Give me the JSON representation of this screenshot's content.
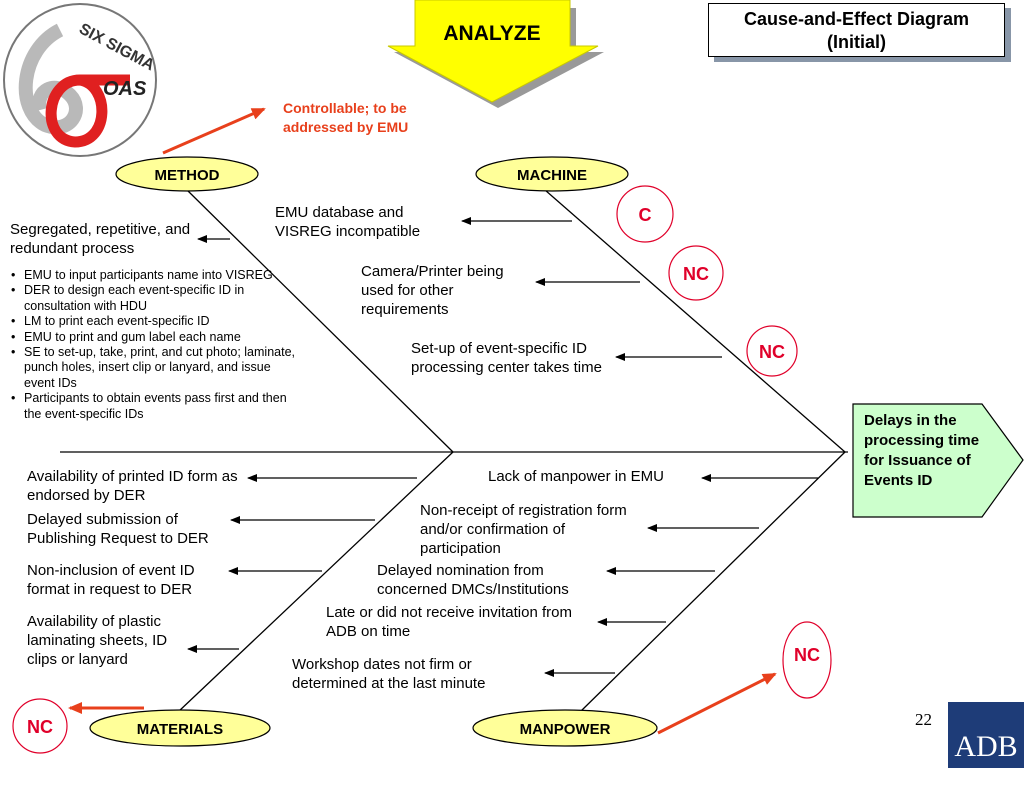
{
  "header": {
    "phase_label": "ANALYZE",
    "title_line1": "Cause-and-Effect Diagram",
    "title_line2": "(Initial)"
  },
  "logo": {
    "top_text": "SIX SIGMA",
    "org_text": "OAS"
  },
  "legend_note": "Controllable; to be addressed by EMU",
  "categories": {
    "method": "METHOD",
    "machine": "MACHINE",
    "materials": "MATERIALS",
    "manpower": "MANPOWER"
  },
  "effect": "Delays in the processing time for Issuance of Events ID",
  "causes": {
    "method": {
      "main": "Segregated, repetitive, and redundant process",
      "details": [
        "EMU to input participants name into VISREG",
        "DER to design each event-specific ID in consultation with HDU",
        "LM to print each event-specific ID",
        "EMU to print and gum label each name",
        "SE to set-up, take, print, and cut photo; laminate, punch holes, insert clip or lanyard, and issue event IDs",
        "Participants to obtain events  pass first and then the event-specific IDs"
      ]
    },
    "machine": [
      {
        "text": "EMU database and VISREG incompatible",
        "flag": "C"
      },
      {
        "text": "Camera/Printer being used for other requirements",
        "flag": "NC"
      },
      {
        "text": "Set-up of event-specific ID processing center takes time",
        "flag": "NC"
      }
    ],
    "materials": [
      "Availability of printed ID form as endorsed by DER",
      "Delayed submission of Publishing Request to DER",
      "Non-inclusion of event ID format in request to DER",
      "Availability of plastic laminating sheets, ID clips or lanyard"
    ],
    "materials_flag": "NC",
    "manpower": [
      "Lack of manpower in EMU",
      "Non-receipt of registration form and/or confirmation of participation",
      "Delayed nomination from concerned DMCs/Institutions",
      "Late or did not receive invitation from ADB on time",
      "Workshop dates not firm or determined at the last minute"
    ],
    "manpower_flag": "NC"
  },
  "footer": {
    "page_number": "22",
    "brand": "ADB"
  },
  "colors": {
    "accent_red": "#e8401c",
    "flag_red": "#e0002a",
    "ellipse_fill": "#ffff99",
    "effect_fill": "#ccffcc",
    "arrow_yellow": "#ffff00",
    "adb_blue": "#1e3c78"
  }
}
